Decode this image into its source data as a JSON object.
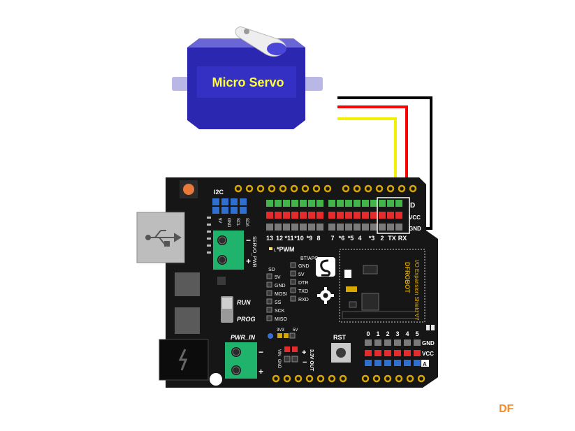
{
  "servo": {
    "label": "Micro Servo"
  },
  "board": {
    "i2c_label": "I2C",
    "i2c_pins": [
      "5V",
      "GND",
      "SCL",
      "SDA"
    ],
    "servo_pwr_label": "SERVO_PWR",
    "pwm_label": "*PWM",
    "row_labels": [
      "D",
      "VCC",
      "GND"
    ],
    "digital_pins": [
      "13",
      "12",
      "*11",
      "*10",
      "*9",
      "8",
      "7",
      "*6",
      "*5",
      "4",
      "*3",
      "2",
      "TX",
      "RX"
    ],
    "bt_apc_label": "BT/APC",
    "bt_pins": [
      "GND",
      "5V",
      "DTR",
      "TXD",
      "RXD"
    ],
    "sd_label": "SD",
    "sd_pins": [
      "5V",
      "GND",
      "MOSI",
      "SS",
      "SCK",
      "MISO"
    ],
    "run_label": "RUN",
    "prog_label": "PROG",
    "pwr_in_label": "PWR_IN",
    "v3v3_label": "3V3",
    "v5v_label": "5V",
    "vin_label": "VIN",
    "gnd_label": "GND",
    "out_label": "3.3V OUT",
    "rst_label": "RST",
    "analog_pins": [
      "0",
      "1",
      "2",
      "3",
      "4",
      "5"
    ],
    "analog_row_labels": [
      "GND",
      "VCC",
      "A"
    ],
    "brand_text": "DFROBOT",
    "shield_text": "I/O Expansion Shield V7",
    "l_label": "L"
  },
  "wires": {
    "colors": [
      "#000000",
      "#ff0000",
      "#ffff00"
    ]
  },
  "watermark": {
    "text": "DF"
  }
}
